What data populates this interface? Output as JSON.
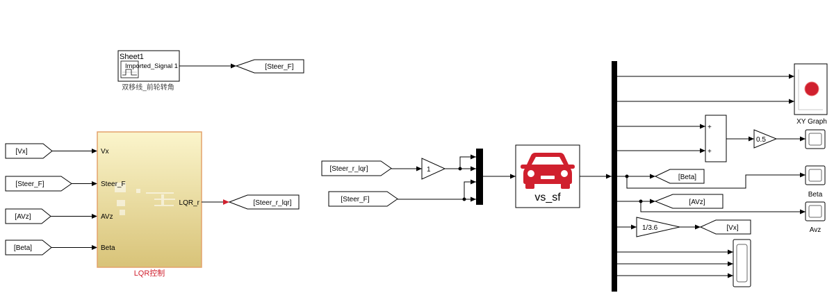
{
  "colors": {
    "line": "#000000",
    "accent_red": "#d0202e",
    "lqr_fill_top": "#fbf5cc",
    "lqr_fill_bottom": "#d8c378",
    "lqr_border": "#e3a26a",
    "label_gray": "#444444"
  },
  "icons": {
    "signal_builder": "signal-builder-icon",
    "vehicle": "car-icon",
    "xy_graph": "xy-graph-icon",
    "scope": "scope-icon"
  },
  "signal_builder": {
    "sheet": "Sheet1",
    "signal": "Imported_Signal 1",
    "label": "双移线_前轮转角",
    "goto_tag": "[Steer_F]"
  },
  "lqr": {
    "label": "LQR控制",
    "inputs": [
      "Vx",
      "Steer_F",
      "AVz",
      "Beta"
    ],
    "output": "LQR_r",
    "from_tags": [
      "[Vx]",
      "[Steer_F]",
      "[AVz]",
      "[Beta]"
    ],
    "goto_tag": "[Steer_r_lqr]"
  },
  "input_mux": {
    "from_tags": [
      "[Steer_r_lqr]",
      "[Steer_F]"
    ],
    "gain": "1"
  },
  "vehicle": {
    "name": "vs_sf"
  },
  "outputs": {
    "sum_signs": [
      "+",
      "+"
    ],
    "gain_half": "0.5",
    "goto_beta": "[Beta]",
    "goto_avz": "[AVz]",
    "gain_speed": "1/3.6",
    "goto_vx": "[Vx]",
    "xy_graph_label": "XY Graph",
    "scope_beta_label": "Beta",
    "scope_avz_label": "Avz"
  }
}
